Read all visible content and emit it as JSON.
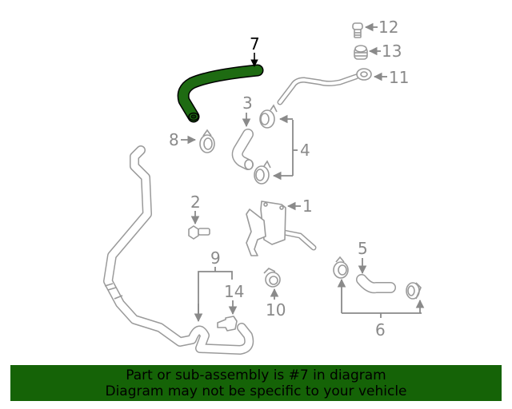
{
  "diagram": {
    "highlight_color": "#1e6b12",
    "parts": [
      {
        "number": "1",
        "highlighted": false
      },
      {
        "number": "2",
        "highlighted": false
      },
      {
        "number": "3",
        "highlighted": false
      },
      {
        "number": "4",
        "highlighted": false
      },
      {
        "number": "5",
        "highlighted": false
      },
      {
        "number": "6",
        "highlighted": false
      },
      {
        "number": "7",
        "highlighted": true
      },
      {
        "number": "8",
        "highlighted": false
      },
      {
        "number": "9",
        "highlighted": false
      },
      {
        "number": "10",
        "highlighted": false
      },
      {
        "number": "11",
        "highlighted": false
      },
      {
        "number": "12",
        "highlighted": false
      },
      {
        "number": "13",
        "highlighted": false
      },
      {
        "number": "14",
        "highlighted": false
      }
    ]
  },
  "banner": {
    "line1": "Part or sub-assembly is #7 in diagram",
    "line2": "Diagram may not be specific to your vehicle",
    "background": "#156307"
  }
}
